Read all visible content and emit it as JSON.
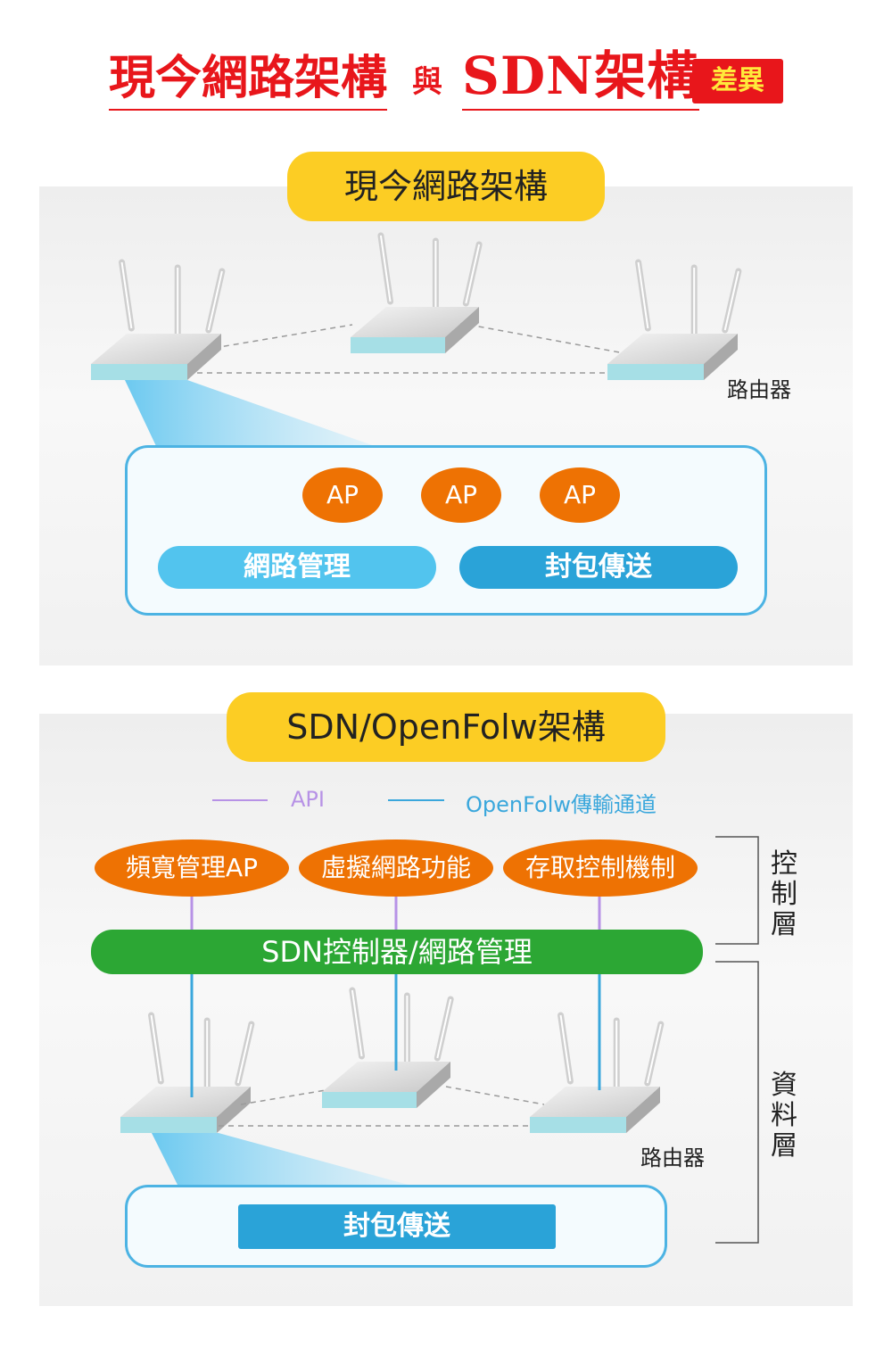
{
  "title": {
    "left": "現今網路架構",
    "mid": "與",
    "right": "SDN架構",
    "badge": "差異"
  },
  "section1": {
    "heading": "現今網路架構",
    "router_label": "路由器",
    "aps": [
      "AP",
      "AP",
      "AP"
    ],
    "bar_left": "網路管理",
    "bar_right": "封包傳送"
  },
  "section2": {
    "heading": "SDN/OpenFolw架構",
    "legend_api": "API",
    "legend_openflow": "OpenFolw傳輸通道",
    "functions": [
      "頻寬管理AP",
      "虛擬網路功能",
      "存取控制機制"
    ],
    "controller": "SDN控制器/網路管理",
    "router_label": "路由器",
    "forward_bar": "封包傳送",
    "control_layer": "控制層",
    "data_layer": "資料層"
  },
  "colors": {
    "title_red": "#e8161b",
    "badge_text": "#ffe93b",
    "yellow": "#fccd24",
    "orange": "#ee7203",
    "light_blue": "#52c4ee",
    "blue": "#2aa3d8",
    "green": "#2ca734",
    "api_purple": "#b792e6",
    "openflow_blue": "#3aa7dc"
  }
}
